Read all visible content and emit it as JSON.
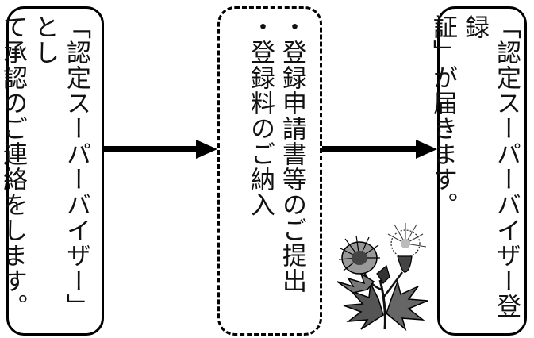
{
  "left_box": {
    "lines": [
      "「認定スーパーバイザー」とし",
      "て承認のご連絡をします。"
    ]
  },
  "middle_box": {
    "lines": [
      "・登録申請書等のご提出",
      "・登録料のご納入"
    ]
  },
  "right_box": {
    "lines": [
      "「認定スーパーバイザー登録",
      "証」が届きます。"
    ]
  },
  "decoration": {
    "flower": "thistle-flower-clipart"
  },
  "colors": {
    "stroke": "#000000",
    "background": "#ffffff"
  }
}
